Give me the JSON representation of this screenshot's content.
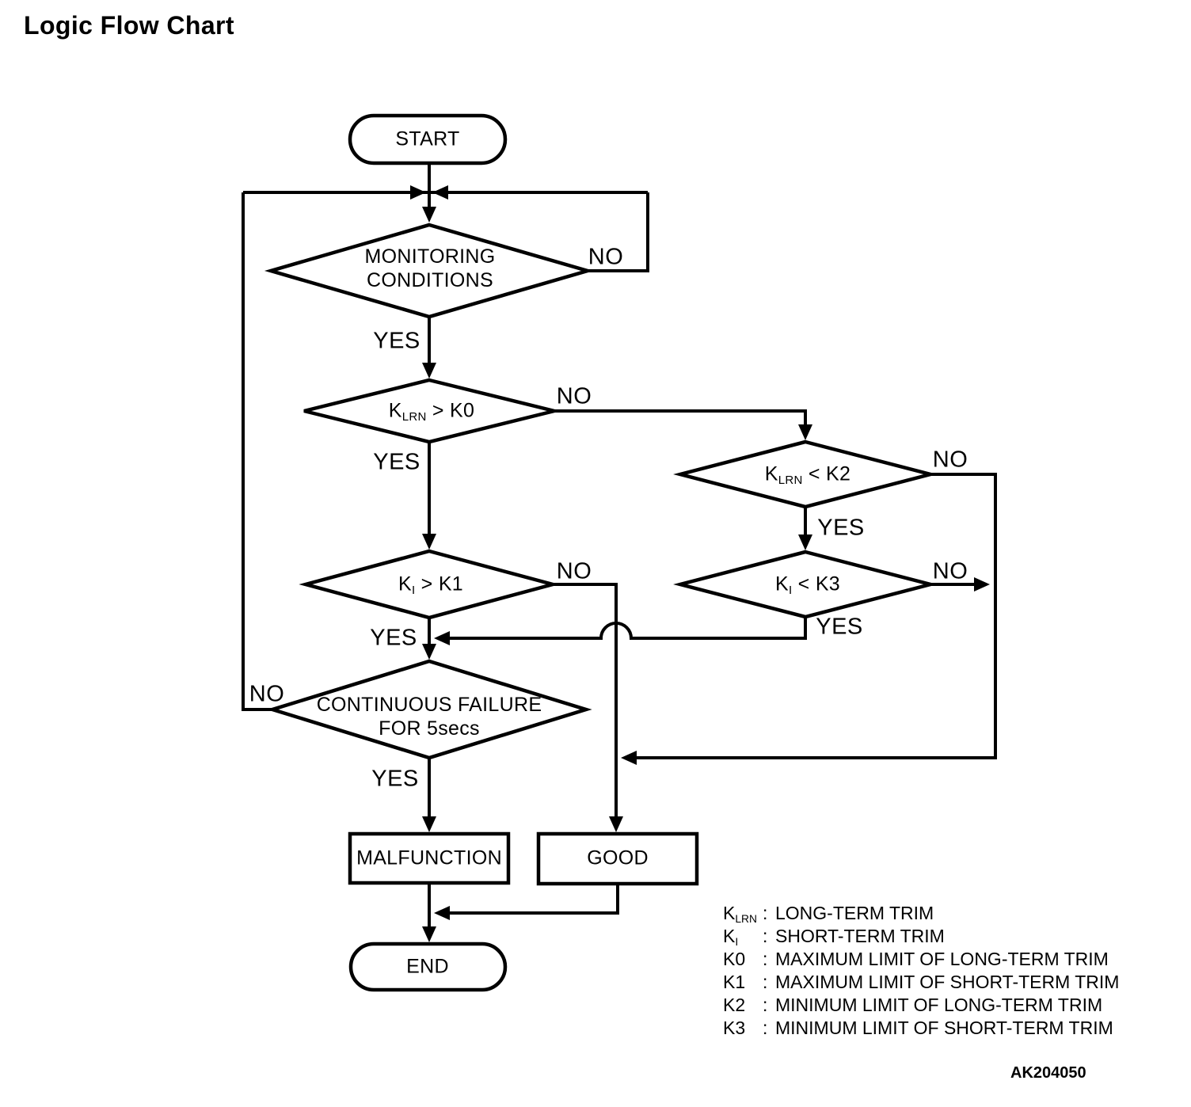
{
  "title": "Logic Flow Chart",
  "figure_code": "AK204050",
  "colors": {
    "ink": "#000000",
    "background": "#ffffff"
  },
  "nodes": {
    "start": {
      "label": "START"
    },
    "monitoring": {
      "line1": "MONITORING",
      "line2": "CONDITIONS"
    },
    "k0_check": {
      "base": "K",
      "sub": "LRN",
      "rest": " > K0"
    },
    "k1_check": {
      "base": "K",
      "sub": "I",
      "rest": " > K1"
    },
    "k2_check": {
      "base": "K",
      "sub": "LRN",
      "rest": " < K2"
    },
    "k3_check": {
      "base": "K",
      "sub": "I",
      "rest": " < K3"
    },
    "continuous_failure": {
      "line1": "CONTINUOUS FAILURE",
      "line2": "FOR 5secs"
    },
    "malfunction": {
      "label": "MALFUNCTION"
    },
    "good": {
      "label": "GOOD"
    },
    "end": {
      "label": "END"
    }
  },
  "edge_labels": {
    "monitoring_yes": "YES",
    "monitoring_no": "NO",
    "k0_yes": "YES",
    "k0_no": "NO",
    "k1_yes": "YES",
    "k1_no": "NO",
    "k2_yes": "YES",
    "k2_no": "NO",
    "k3_yes": "YES",
    "k3_no": "NO",
    "continuous_yes": "YES",
    "continuous_no": "NO"
  },
  "legend": {
    "rows": [
      {
        "base": "K",
        "sub": "LRN",
        "colon": ":",
        "desc": "LONG-TERM TRIM"
      },
      {
        "base": "K",
        "sub": "I",
        "colon": ":",
        "desc": "SHORT-TERM TRIM"
      },
      {
        "base": "K0",
        "sub": "",
        "colon": ":",
        "desc": "MAXIMUM LIMIT OF LONG-TERM TRIM"
      },
      {
        "base": "K1",
        "sub": "",
        "colon": ":",
        "desc": "MAXIMUM LIMIT OF SHORT-TERM TRIM"
      },
      {
        "base": "K2",
        "sub": "",
        "colon": ":",
        "desc": "MINIMUM LIMIT OF LONG-TERM TRIM"
      },
      {
        "base": "K3",
        "sub": "",
        "colon": ":",
        "desc": "MINIMUM LIMIT OF SHORT-TERM TRIM"
      }
    ]
  }
}
